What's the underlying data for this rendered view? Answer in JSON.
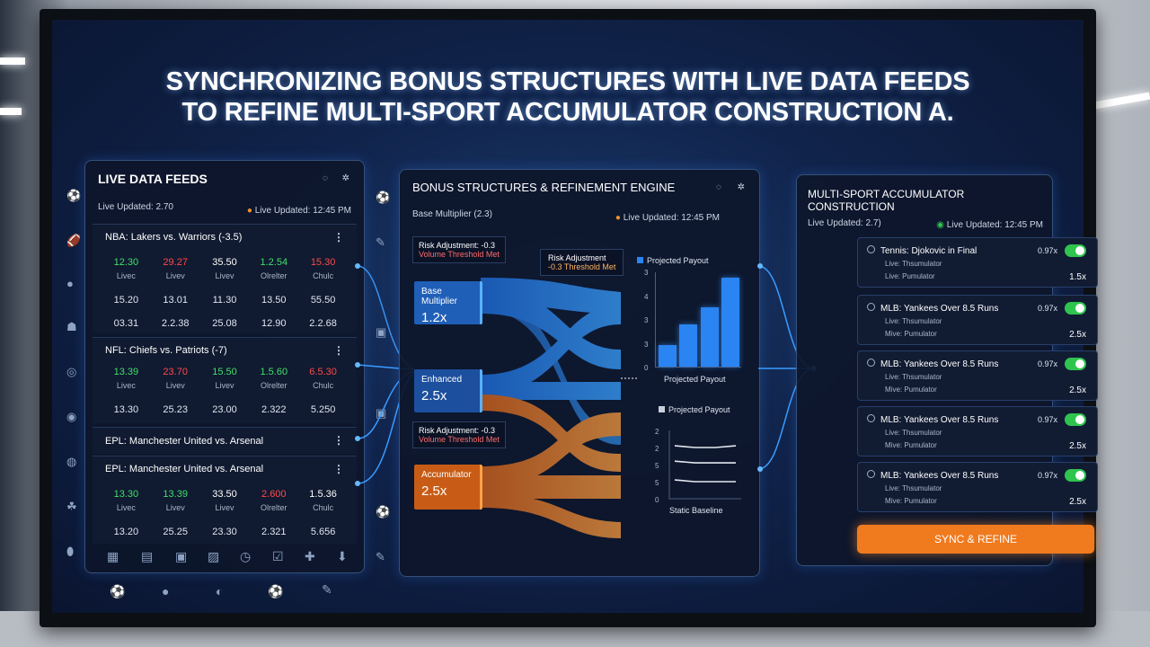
{
  "title_line1": "SYNCHRONIZING BONUS STRUCTURES WITH LIVE DATA FEEDS",
  "title_line2": "TO REFINE MULTI-SPORT ACCUMULATOR CONSTRUCTION A.",
  "live": {
    "title": "LIVE DATA FEEDS",
    "updated_left": "Live Updated: 2.70",
    "updated_right": "Live Updated: 12:45 PM",
    "matches": [
      {
        "name": "NBA: Lakers vs. Warriors (-3.5)",
        "odds": [
          "12.30",
          "29.27",
          "35.50",
          "1.2.54",
          "15.30"
        ],
        "labels": [
          "Livec",
          "Livev",
          "Livev",
          "Olrelter",
          "Chulc"
        ],
        "row2": [
          "15.20",
          "13.01",
          "11.30",
          "13.50",
          "55.50"
        ],
        "row3": [
          "03.31",
          "2.2.38",
          "25.08",
          "12.90",
          "2.2.68"
        ]
      },
      {
        "name": "NFL: Chiefs vs. Patriots (-7)",
        "odds": [
          "13.39",
          "23.70",
          "15.50",
          "1.5.60",
          "6.5.30"
        ],
        "labels": [
          "Livec",
          "Livev",
          "Livev",
          "Olrelter",
          "Chulc"
        ],
        "row2": [
          "13.30",
          "25.23",
          "23.00",
          "2.322",
          "5.250"
        ]
      },
      {
        "name": "EPL: Manchester United vs. Arsenal"
      },
      {
        "name": "EPL: Manchester United vs. Arsenal",
        "odds": [
          "13.30",
          "13.39",
          "33.50",
          "2.600",
          "1.5.36"
        ],
        "labels": [
          "Livec",
          "Livev",
          "Livev",
          "Olrelter",
          "Chulc"
        ],
        "row2": [
          "13.20",
          "25.25",
          "23.30",
          "2.321",
          "5.656"
        ]
      }
    ]
  },
  "engine": {
    "title": "BONUS STRUCTURES & REFINEMENT ENGINE",
    "base_mult": "Base Multiplier (2.3)",
    "updated": "Live Updated: 12:45 PM",
    "risk1a": "Risk Adjustment: -0.3",
    "risk1b": "Volume Threshold Met",
    "risk2a": "Risk Adjustment",
    "risk2b": "-0.3 Threshold Met",
    "risk3a": "Risk Adjustment: -0.3",
    "risk3b": "Volume Threshold Met",
    "node1a": "Base Multiplier",
    "node1b": "1.2x",
    "node2a": "Enhanced",
    "node2b": "2.5x",
    "node3a": "Accumulator",
    "node3b": "2.5x",
    "proj_legend": "Projected Payout",
    "proj_xlabel": "Projected Payout",
    "static_legend": "Projected Payout",
    "static_xlabel": "Static Baseline"
  },
  "chart_data": [
    {
      "type": "bar",
      "title": "Projected Payout",
      "xlabel": "Projected Payout",
      "yticks": [
        "3",
        "4",
        "3",
        "3",
        "0"
      ],
      "values": [
        1.0,
        2.0,
        2.8,
        4.2
      ],
      "ylim": [
        0,
        4.5
      ]
    },
    {
      "type": "line",
      "title": "Projected Payout",
      "xlabel": "Static Baseline",
      "yticks": [
        "2",
        "2",
        "5",
        "5",
        "0"
      ],
      "series": [
        {
          "values": [
            3.1,
            3.0,
            3.0,
            3.1
          ]
        },
        {
          "values": [
            2.2,
            2.1,
            2.1,
            2.1
          ]
        },
        {
          "values": [
            1.1,
            1.0,
            1.0,
            1.0
          ]
        }
      ],
      "ylim": [
        0,
        4
      ]
    }
  ],
  "accumulator": {
    "title": "MULTI-SPORT ACCUMULATOR CONSTRUCTION",
    "updated_left": "Live Updated: 2.7)",
    "updated_right": "Live Updated: 12:45 PM",
    "items": [
      {
        "title": "Tennis: Djokovic in Final",
        "l1": "Live: Thsumulator",
        "l2": "Live: Pumulator",
        "odds": "0.97x",
        "value": "1.5x"
      },
      {
        "title": "MLB: Yankees Over 8.5 Runs",
        "l1": "Live: Thsumulator",
        "l2": "Mive: Pumulator",
        "odds": "0.97x",
        "value": "2.5x"
      },
      {
        "title": "MLB: Yankees Over 8.5 Runs",
        "l1": "Live: Thsumulator",
        "l2": "Mive: Pumulator",
        "odds": "0.97x",
        "value": "2.5x"
      },
      {
        "title": "MLB: Yankees Over 8.5 Runs",
        "l1": "Live: Thsumulator",
        "l2": "Mive: Pumulator",
        "odds": "0.97x",
        "value": "2.5x"
      },
      {
        "title": "MLB: Yankees Over 8.5 Runs",
        "l1": "Live: Thsumulator",
        "l2": "Mive: Pumulator",
        "odds": "0.97x",
        "value": "2.5x"
      }
    ],
    "button": "SYNC & REFINE"
  },
  "colors": {
    "accent": "#f07a1e",
    "blue": "#2a84f2",
    "green": "#3fe06a",
    "red": "#ff4a4a"
  }
}
